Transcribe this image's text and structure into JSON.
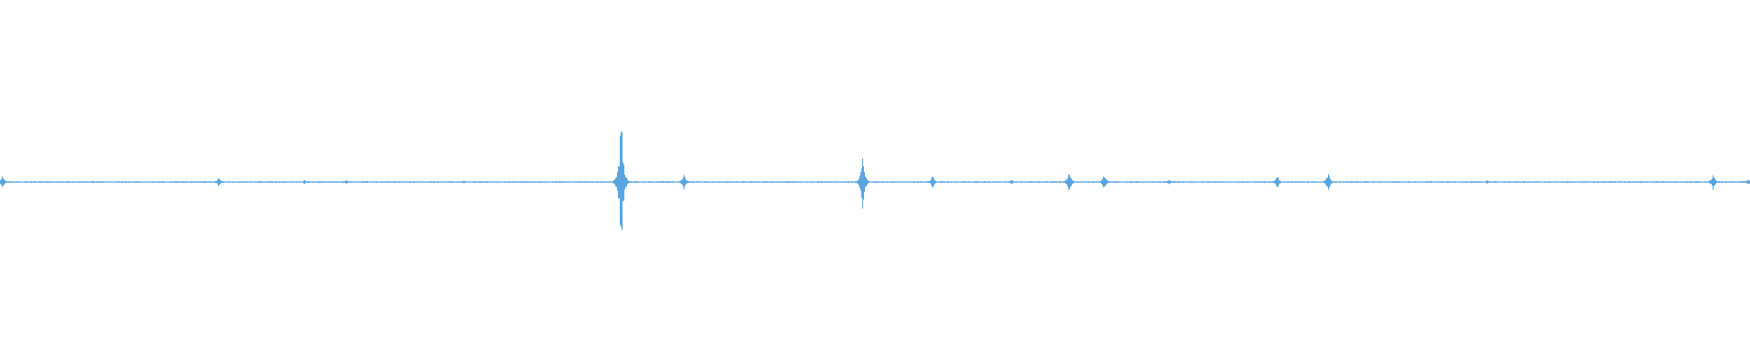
{
  "waveform": {
    "color": "#5aa5e0",
    "duration_fraction_spikes": [
      {
        "t": 0.0015,
        "amp": 0.04
      },
      {
        "t": 0.125,
        "amp": 0.035
      },
      {
        "t": 0.174,
        "amp": 0.015
      },
      {
        "t": 0.198,
        "amp": 0.012
      },
      {
        "t": 0.265,
        "amp": 0.012
      },
      {
        "t": 0.355,
        "amp": 0.44
      },
      {
        "t": 0.391,
        "amp": 0.05
      },
      {
        "t": 0.493,
        "amp": 0.16
      },
      {
        "t": 0.533,
        "amp": 0.04
      },
      {
        "t": 0.578,
        "amp": 0.015
      },
      {
        "t": 0.611,
        "amp": 0.07
      },
      {
        "t": 0.631,
        "amp": 0.05
      },
      {
        "t": 0.668,
        "amp": 0.015
      },
      {
        "t": 0.73,
        "amp": 0.04
      },
      {
        "t": 0.759,
        "amp": 0.06
      },
      {
        "t": 0.85,
        "amp": 0.012
      },
      {
        "t": 0.979,
        "amp": 0.055
      },
      {
        "t": 0.999,
        "amp": 0.02
      }
    ],
    "baseline_amplitude": 0.004
  }
}
